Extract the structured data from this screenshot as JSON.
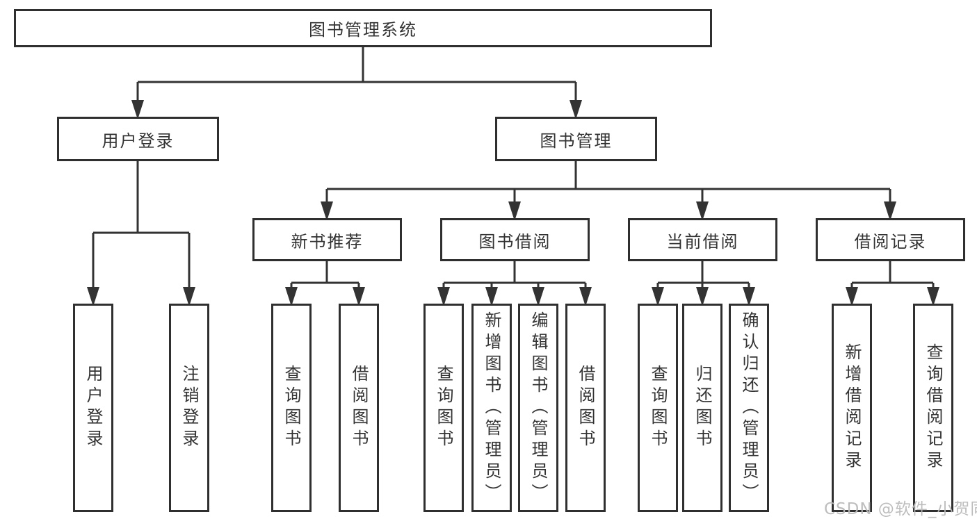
{
  "tree": {
    "root": {
      "label": "图书管理系统",
      "children": [
        {
          "label": "用户登录",
          "children": [
            {
              "label": "用户登录"
            },
            {
              "label": "注销登录"
            }
          ]
        },
        {
          "label": "图书管理",
          "children": [
            {
              "label": "新书推荐",
              "children": [
                {
                  "label": "查询图书"
                },
                {
                  "label": "借阅图书"
                }
              ]
            },
            {
              "label": "图书借阅",
              "children": [
                {
                  "label": "查询图书"
                },
                {
                  "label": "新增图书（管理员）"
                },
                {
                  "label": "编辑图书（管理员）"
                },
                {
                  "label": "借阅图书"
                }
              ]
            },
            {
              "label": "当前借阅",
              "children": [
                {
                  "label": "查询图书"
                },
                {
                  "label": "归还图书"
                },
                {
                  "label": "确认归还（管理员）"
                }
              ]
            },
            {
              "label": "借阅记录",
              "children": [
                {
                  "label": "新增借阅记录"
                },
                {
                  "label": "查询借阅记录"
                }
              ]
            }
          ]
        }
      ]
    }
  },
  "watermark": {
    "text": "CSDN @软件_小贺同学"
  },
  "colors": {
    "line": "#333333",
    "box_border": "#2f2f2f",
    "text": "#333333",
    "watermark": "#b9b9b9",
    "background": "#ffffff"
  }
}
